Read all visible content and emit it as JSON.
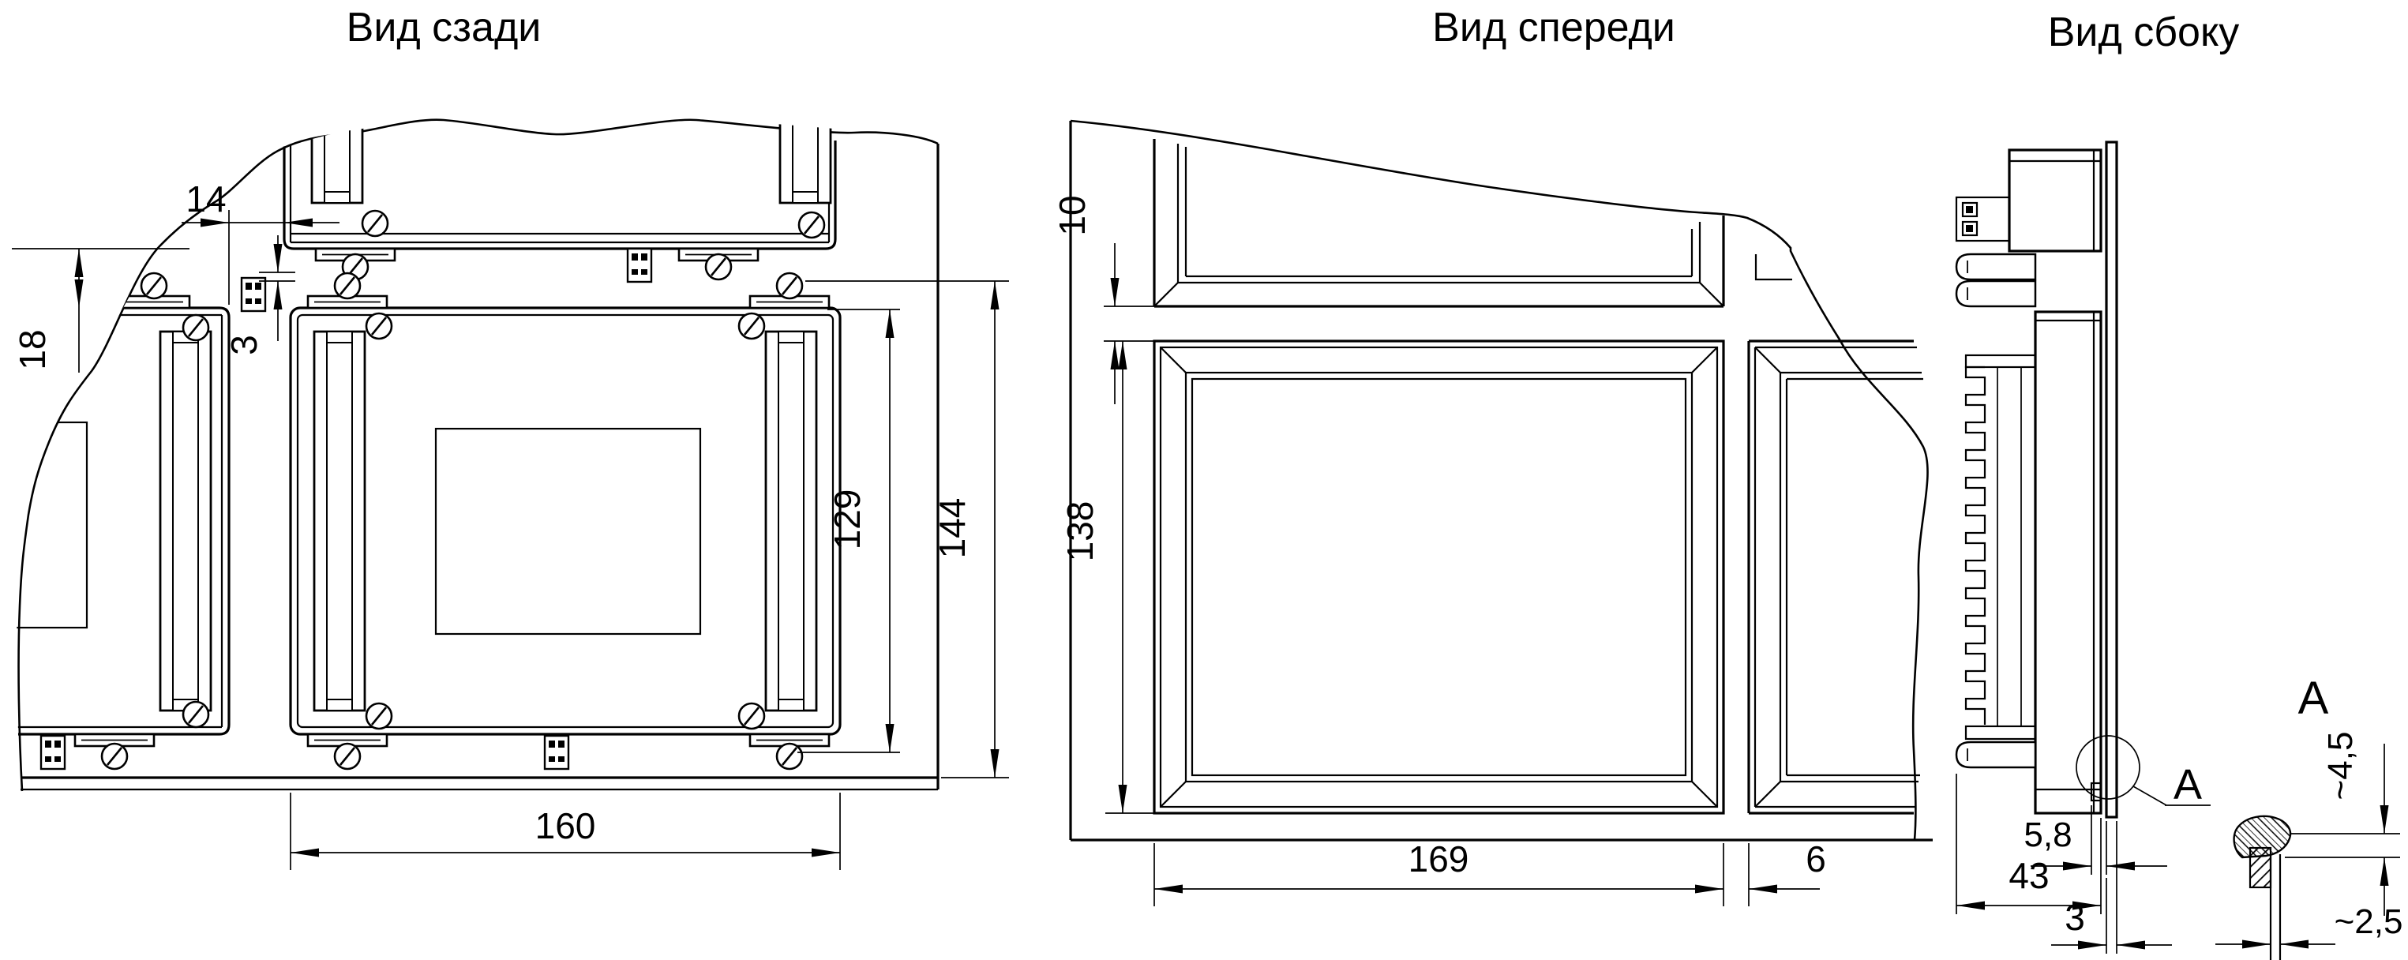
{
  "drawing": {
    "background": "#ffffff",
    "line_color": "#000000",
    "views": {
      "rear": {
        "title": "Вид сзади",
        "dims": {
          "top_offset": "14",
          "side_gap": "18",
          "module_gap": "3",
          "connector_height": "129",
          "module_height": "144",
          "module_width": "160"
        }
      },
      "front": {
        "title": "Вид спереди",
        "dims": {
          "vertical_gap": "10",
          "bezel_height": "138",
          "bezel_width": "169",
          "horizontal_gap": "6"
        }
      },
      "side": {
        "title": "Вид сбоку",
        "dims": {
          "front_protrusion": "5,8",
          "depth": "43",
          "panel_thickness": "3"
        },
        "callout": "А"
      },
      "detail": {
        "title": "А",
        "dims": {
          "latch_height": "~4,5",
          "latch_gap": "~2,5"
        }
      }
    }
  }
}
